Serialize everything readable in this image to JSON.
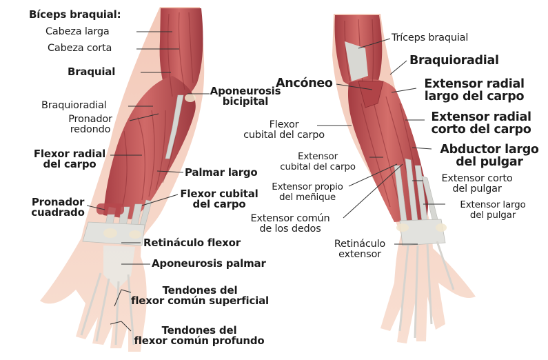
{
  "palette": {
    "muscle": "#c85a5a",
    "muscle_dark": "#8e2f34",
    "muscle_light": "#e69a92",
    "skin": "#f6d6c6",
    "tendon": "#d9dad6",
    "bone": "#f2e9d6",
    "leader": "#333333"
  },
  "left": {
    "biceps_title": "Bíceps braquial:",
    "cabeza_larga": "Cabeza larga",
    "cabeza_corta": "Cabeza corta",
    "braquial": "Braquial",
    "aponeurosis_bicipital": [
      "Aponeurosis",
      "bicipital"
    ],
    "braquioradial": "Braquioradial",
    "pronador_redondo": [
      "Pronador",
      "redondo"
    ],
    "flexor_radial": [
      "Flexor radial",
      "del carpo"
    ],
    "palmar_largo": "Palmar largo",
    "flexor_cubital": [
      "Flexor cubital",
      "del carpo"
    ],
    "pronador_cuadrado": [
      "Pronador",
      "cuadrado"
    ],
    "retinaculo_flexor": "Retináculo flexor",
    "aponeurosis_palmar": "Aponeurosis palmar",
    "tendones_superficial": [
      "Tendones del",
      "flexor común superficial"
    ],
    "tendones_profundo": [
      "Tendones del",
      "flexor común profundo"
    ]
  },
  "right": {
    "triceps": "Tríceps braquial",
    "braquioradial": "Braquioradial",
    "anconeo": "Ancóneo",
    "ext_radial_largo": [
      "Extensor radial",
      "largo del carpo"
    ],
    "ext_radial_corto": [
      "Extensor radial",
      "corto del carpo"
    ],
    "flexor_cubital": [
      "Flexor",
      "cubital del carpo"
    ],
    "abductor_largo": [
      "Abductor largo",
      "del pulgar"
    ],
    "extensor_cubital": [
      "Extensor",
      "cubital del carpo"
    ],
    "ext_corto_pulgar": [
      "Extensor corto",
      "del pulgar"
    ],
    "ext_propio_menique": [
      "Extensor propio",
      "del meñique"
    ],
    "ext_largo_pulgar": [
      "Extensor largo",
      "del pulgar"
    ],
    "ext_comun_dedos": [
      "Extensor común",
      "de los dedos"
    ],
    "retinaculo_extensor": [
      "Retináculo",
      "extensor"
    ]
  }
}
